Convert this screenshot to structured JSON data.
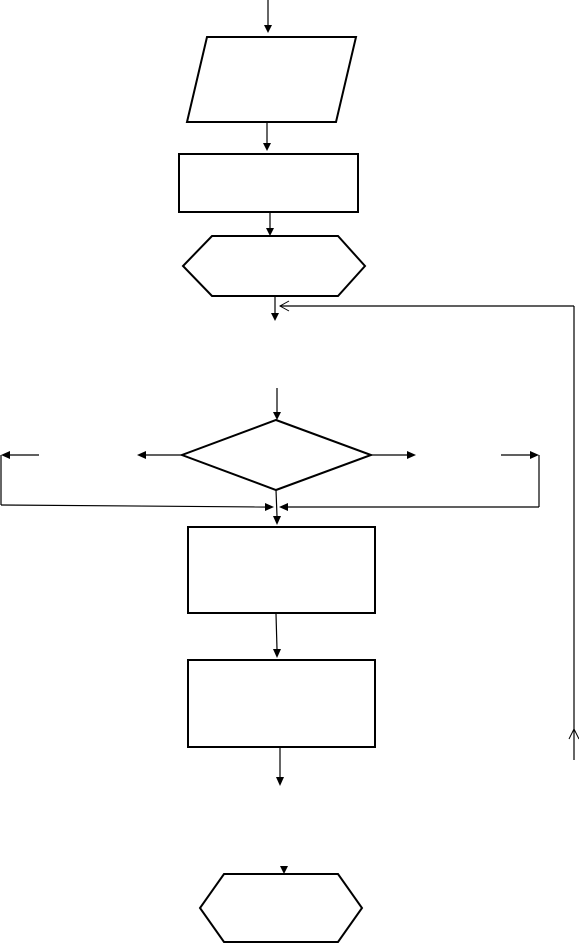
{
  "diagram": {
    "type": "flowchart",
    "shapes": [
      {
        "name": "input-parallelogram",
        "kind": "parallelogram",
        "text": ""
      },
      {
        "name": "process-box-1",
        "kind": "rectangle",
        "text": ""
      },
      {
        "name": "preparation-hexagon-1",
        "kind": "hexagon",
        "text": ""
      },
      {
        "name": "decision-diamond",
        "kind": "diamond",
        "text": ""
      },
      {
        "name": "process-box-2",
        "kind": "rectangle",
        "text": ""
      },
      {
        "name": "process-box-3",
        "kind": "rectangle",
        "text": ""
      },
      {
        "name": "preparation-hexagon-2",
        "kind": "hexagon",
        "text": ""
      }
    ],
    "colors": {
      "stroke": "#000000",
      "background": "#ffffff"
    }
  }
}
